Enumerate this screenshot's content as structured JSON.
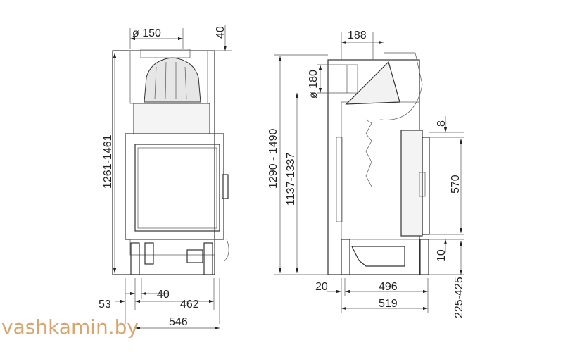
{
  "front_view": {
    "flue_diameter": "ø 150",
    "top_offset": "40",
    "height_range": "1261-1461",
    "width_53": "53",
    "width_40": "40",
    "width_462": "462",
    "width_546": "546"
  },
  "side_view": {
    "flue_offset": "188",
    "flue_diameter": "ø 180",
    "height_total": "1290 - 1490",
    "height_outlet": "1137-1337",
    "door_top": "8",
    "door_height": "570",
    "door_bottom": "10",
    "legs_range": "225-425",
    "depth_20": "20",
    "depth_496": "496",
    "depth_519": "519"
  },
  "watermark": "vashkamin.by",
  "colors": {
    "line": "#333333",
    "watermark": "#d9a56c"
  }
}
